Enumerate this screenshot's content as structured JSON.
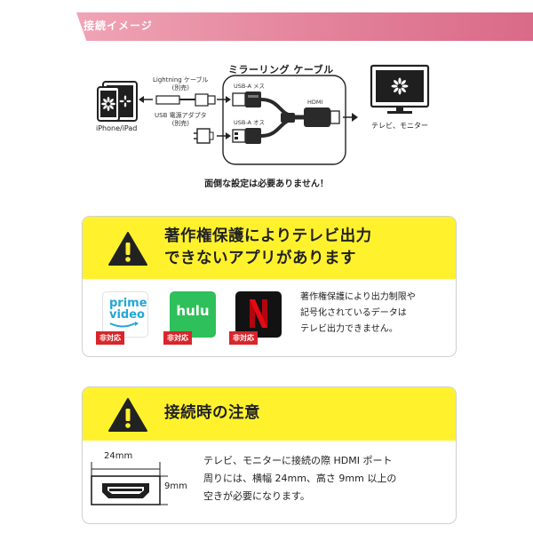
{
  "header": {
    "title": "接続イメージ"
  },
  "diagram": {
    "cable_title": "ミラーリング ケーブル",
    "lightning_label_1": "Lightning ケーブル",
    "lightning_label_2": "(別売)",
    "usb_adapter_label_1": "USB 電源アダプタ",
    "usb_adapter_label_2": "(別売)",
    "usb_a_female": "USB-A メス",
    "usb_a_male": "USB-A オス",
    "hdmi": "HDMI",
    "device_label": "iPhone/iPad",
    "tv_label": "テレビ、モニター"
  },
  "note": "面倒な設定は必要ありません！",
  "warning1": {
    "title_line1": "著作権保護によりテレビ出力",
    "title_line2": "できないアプリがあります",
    "apps": [
      {
        "name": "prime video",
        "line1": "prime",
        "line2": "video",
        "badge": "非対応"
      },
      {
        "name": "hulu",
        "text": "hulu",
        "badge": "非対応"
      },
      {
        "name": "netflix",
        "text": "N",
        "badge": "非対応"
      }
    ],
    "body_line1": "著作権保護により出力制限や",
    "body_line2": "記号化されているデータは",
    "body_line3": "テレビ出力できません。"
  },
  "warning2": {
    "title": "接続時の注意",
    "width_label": "24mm",
    "height_label": "9mm",
    "body_line1": "テレビ、モニターに接続の際 HDMI ポート",
    "body_line2": "周りには、横幅 24mm、高さ 9mm 以上の",
    "body_line3": "空きが必要になります。"
  },
  "colors": {
    "banner": "#e3829a",
    "warning_yellow": "#fff22d",
    "hulu_green": "#2ec05a",
    "netflix_red": "#d7262b",
    "prime_blue": "#22a6d4",
    "unsupported_red": "#d7262b"
  }
}
